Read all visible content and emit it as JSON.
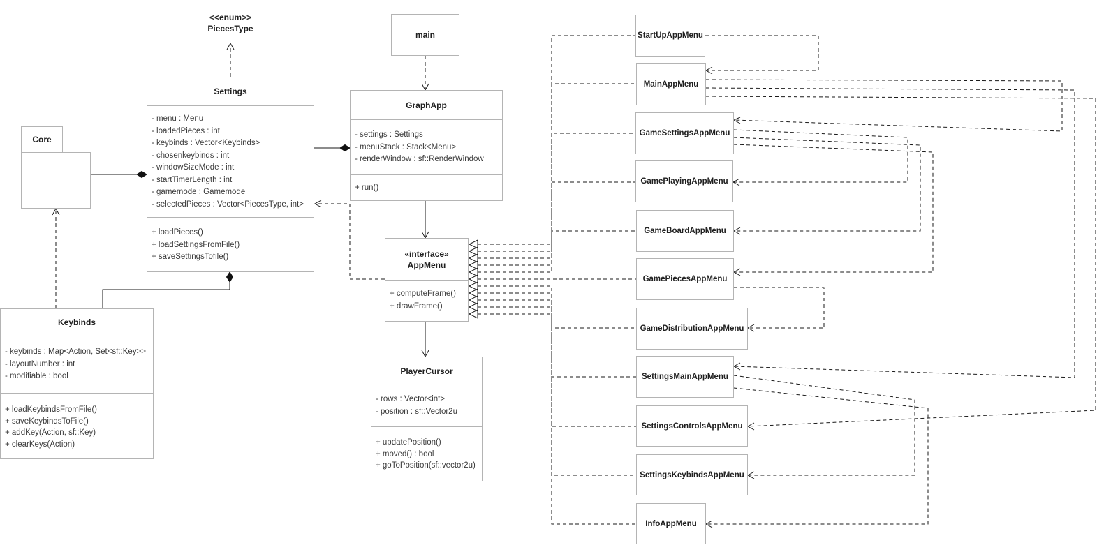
{
  "classes": {
    "pieces_type": {
      "stereotype": "<<enum>>",
      "name": "PiecesType"
    },
    "settings": {
      "name": "Settings",
      "attributes": [
        "- menu : Menu",
        "- loadedPieces : int",
        "- keybinds : Vector<Keybinds>",
        "- chosenkeybinds : int",
        "- windowSizeMode : int",
        "- startTimerLength : int",
        "- gamemode : Gamemode",
        "- selectedPieces : Vector<PiecesType, int>"
      ],
      "methods": [
        "+ loadPieces()",
        "+ loadSettingsFromFile()",
        "+ saveSettingsTofile()"
      ]
    },
    "core": {
      "name": "Core"
    },
    "keybinds": {
      "name": "Keybinds",
      "attributes": [
        "- keybinds : Map<Action, Set<sf::Key>>",
        "- layoutNumber : int",
        "- modifiable : bool"
      ],
      "methods": [
        "+ loadKeybindsFromFile()",
        "+ saveKeybindsToFile()",
        "+ addKey(Action, sf::Key)",
        "+ clearKeys(Action)"
      ]
    },
    "main": {
      "name": "main"
    },
    "graph_app": {
      "name": "GraphApp",
      "attributes": [
        "- settings : Settings",
        "- menuStack : Stack<Menu>",
        "- renderWindow : sf::RenderWindow"
      ],
      "methods": [
        "+ run()"
      ]
    },
    "app_menu": {
      "stereotype": "«interface»",
      "name": "AppMenu",
      "methods": [
        "+ computeFrame()",
        "+ drawFrame()"
      ]
    },
    "player_cursor": {
      "name": "PlayerCursor",
      "attributes": [
        "- rows : Vector<int>",
        "- position : sf::Vector2u"
      ],
      "methods": [
        "+ updatePosition()",
        "+ moved() : bool",
        "+ goToPosition(sf::vector2u)"
      ]
    }
  },
  "menus": [
    "StartUpAppMenu",
    "MainAppMenu",
    "GameSettingsAppMenu",
    "GamePlayingAppMenu",
    "GameBoardAppMenu",
    "GamePiecesAppMenu",
    "GameDistributionAppMenu",
    "SettingsMainAppMenu",
    "SettingsControlsAppMenu",
    "SettingsKeybindsAppMenu",
    "InfoAppMenu"
  ],
  "colors": {
    "line": "#1a1a1a",
    "box_border": "#b4b4b4",
    "title_text": "#1f1f1f",
    "body_text": "#3a3a3a",
    "background": "#ffffff"
  }
}
